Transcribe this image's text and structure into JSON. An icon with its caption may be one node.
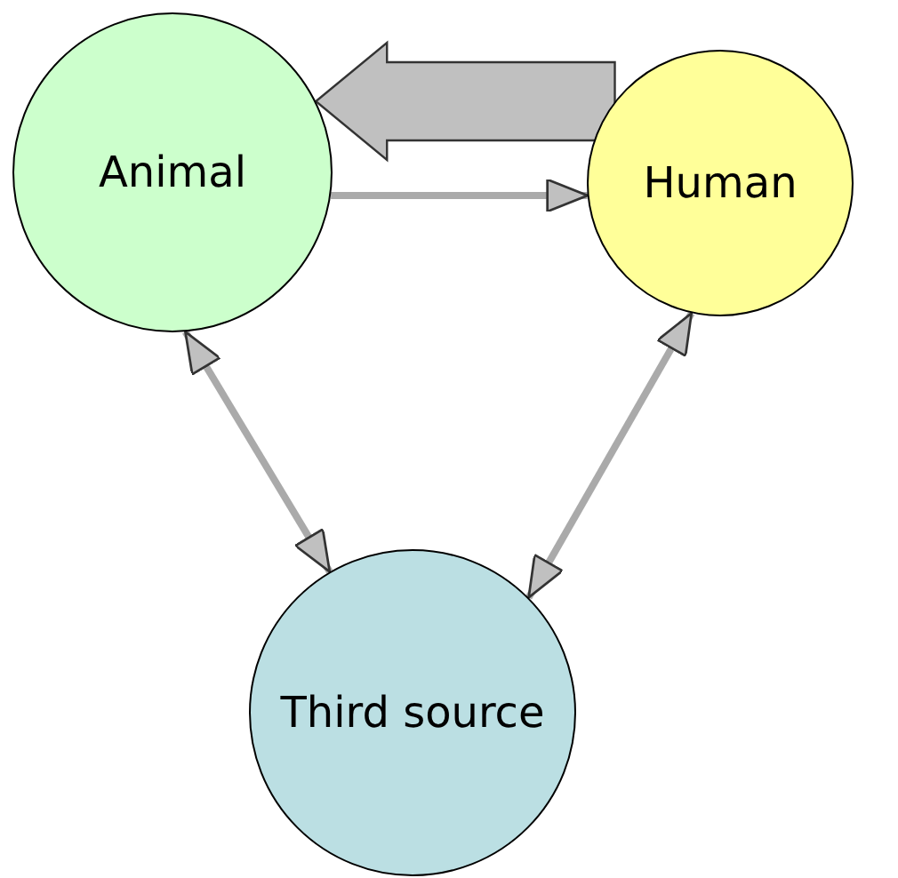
{
  "diagram": {
    "nodes": [
      {
        "text": [
          "Animal"
        ]
      },
      {
        "text": [
          "Human"
        ]
      },
      {
        "text": [
          "Third source"
        ]
      }
    ],
    "edges": [
      {
        "from": 1,
        "to": 0,
        "arrow": "to",
        "style": "thick"
      },
      {
        "from": 0,
        "to": 1,
        "arrow": "to"
      },
      {
        "from": 0,
        "to": 2,
        "arrow": "both"
      },
      {
        "from": 1,
        "to": 2,
        "arrow": "both"
      }
    ]
  }
}
